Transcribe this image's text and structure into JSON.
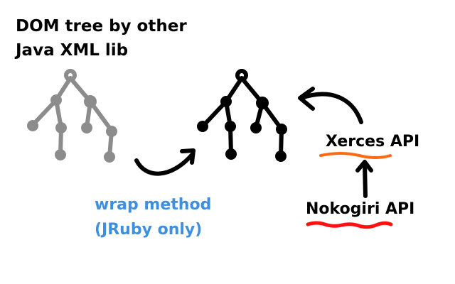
{
  "title": {
    "line1": "DOM tree by other",
    "line2": "Java XML lib"
  },
  "wrap_label": {
    "line1": "wrap method",
    "line2": "(JRuby only)"
  },
  "xerces_label": "Xerces API",
  "nokogiri_label": "Nokogiri API",
  "colors": {
    "text": "#000000",
    "source_tree": "#8c8c8c",
    "wrapped_tree": "#000000",
    "wrap_label": "#3d8fe0",
    "xerces_underline": "#ff6a13",
    "nokogiri_underline": "#ff1111"
  }
}
